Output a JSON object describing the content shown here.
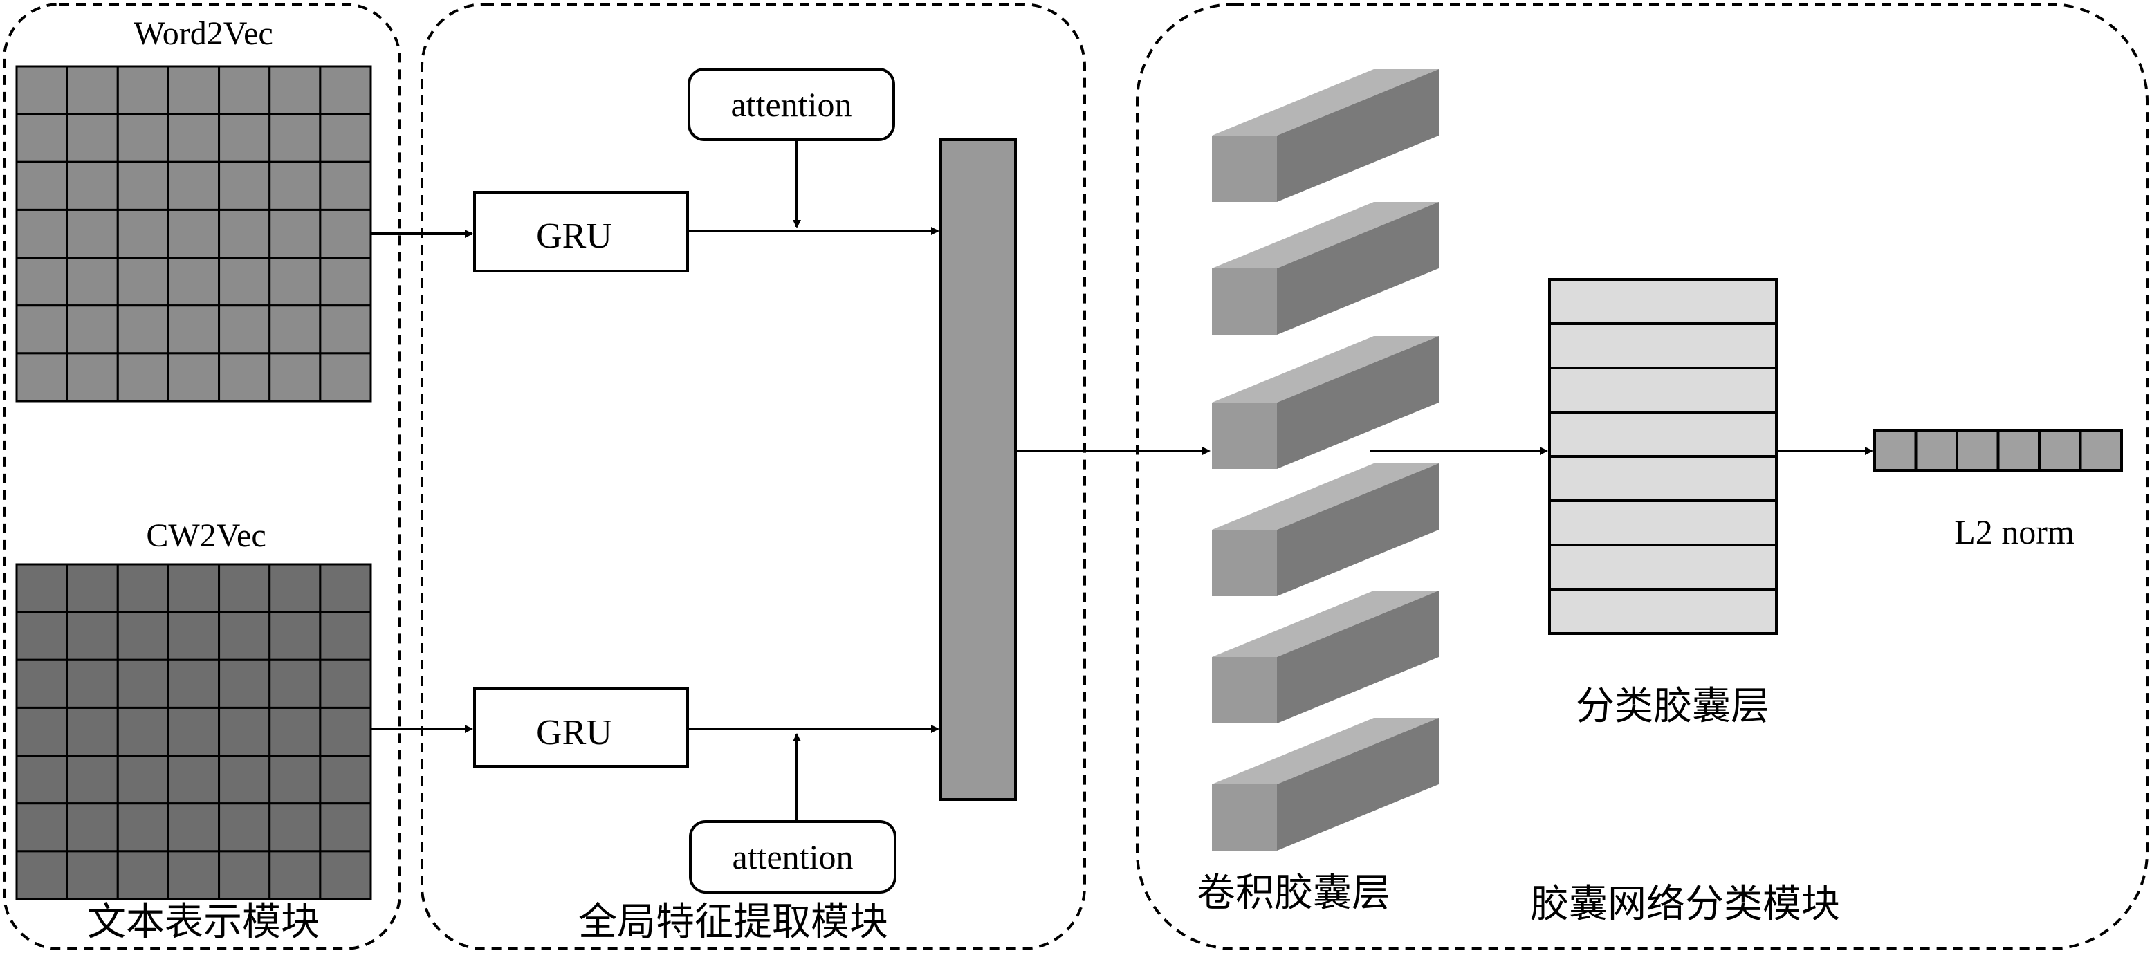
{
  "modules": {
    "text_representation": {
      "title": "文本表示模块",
      "grid1_label": "Word2Vec",
      "grid2_label": "CW2Vec"
    },
    "global_feature": {
      "title": "全局特征提取模块",
      "gru_top": "GRU",
      "gru_bottom": "GRU",
      "attention_top": "attention",
      "attention_bottom": "attention"
    },
    "capsule_classification": {
      "title": "胶囊网络分类模块",
      "conv_caps_label": "卷积胶囊层",
      "class_caps_label": "分类胶囊层",
      "l2_label": "L2 norm"
    }
  },
  "colors": {
    "grid_word2vec": "#8c8c8c",
    "grid_cw2vec": "#6e6e6e",
    "concat_bar": "#999999",
    "capsule_front": "#9a9a9a",
    "capsule_top": "#b5b5b5",
    "capsule_side": "#7a7a7a",
    "class_caps_fill": "#dcdcdc",
    "l2_fill": "#a0a0a0",
    "line": "#000000"
  },
  "icons": {
    "arrow": "arrow-right-icon",
    "cuboid": "cuboid-icon"
  }
}
